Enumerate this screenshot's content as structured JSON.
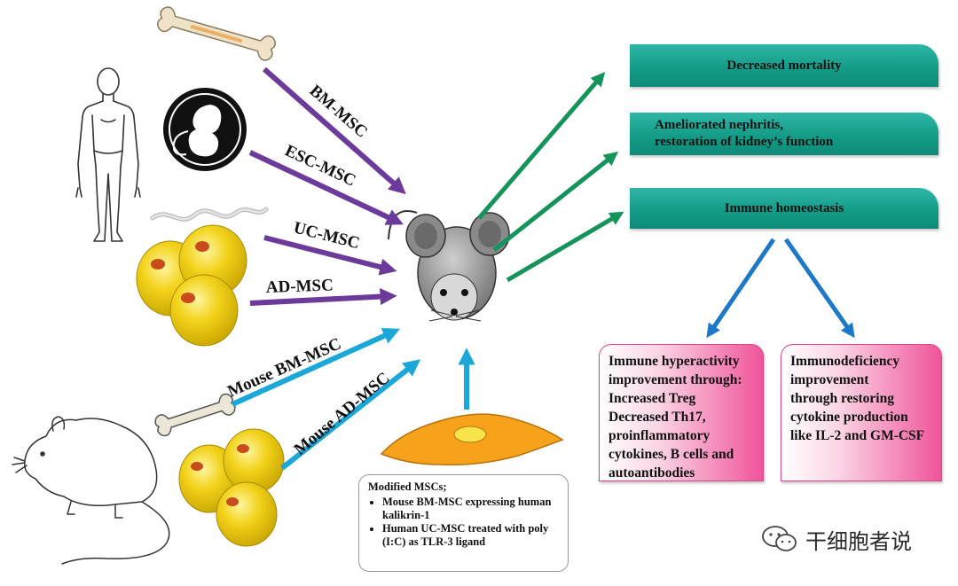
{
  "sources": [
    {
      "key": "bm",
      "label": "BM-MSC",
      "icon": "bone-icon"
    },
    {
      "key": "esc",
      "label": "ESC-MSC",
      "icon": "embryo-icon"
    },
    {
      "key": "uc",
      "label": "UC-MSC",
      "icon": "umbilical-cord-icon"
    },
    {
      "key": "ad",
      "label": "AD-MSC",
      "icon": "adipose-cells-icon"
    },
    {
      "key": "mouse_bm",
      "label": "Mouse BM-MSC",
      "icon": "mouse-bone-icon"
    },
    {
      "key": "mouse_ad",
      "label": "Mouse AD-MSC",
      "icon": "mouse-adipose-cells-icon"
    }
  ],
  "outcomes": [
    {
      "lines": [
        "Decreased mortality"
      ]
    },
    {
      "lines": [
        "Ameliorated nephritis,",
        "restoration of kidney’s function"
      ]
    },
    {
      "lines": [
        "Immune homeostasis"
      ]
    }
  ],
  "pink_boxes": [
    {
      "lines": [
        "Immune hyperactivity",
        "improvement through:",
        "Increased Treg",
        "Decreased Th17,",
        "proinflammatory",
        "cytokines, B cells and",
        "autoantibodies"
      ]
    },
    {
      "lines": [
        "Immunodeficiency",
        "improvement",
        "through restoring",
        "cytokine production",
        "like IL-2 and GM-CSF"
      ]
    }
  ],
  "modified": {
    "title": "Modified MSCs;",
    "items": [
      "Mouse BM-MSC expressing human kalikrin-1",
      "Human UC-MSC treated with poly (I:C) as TLR-3 ligand"
    ]
  },
  "watermark": {
    "text": "干细胞者说"
  },
  "colors": {
    "purple": "#6b3a9a",
    "cyan": "#1ba8d8",
    "green": "#14935a",
    "blue": "#1d78c8",
    "teal": "#129a86",
    "pink": "#f0549a",
    "yellow": "#f2d21a"
  }
}
